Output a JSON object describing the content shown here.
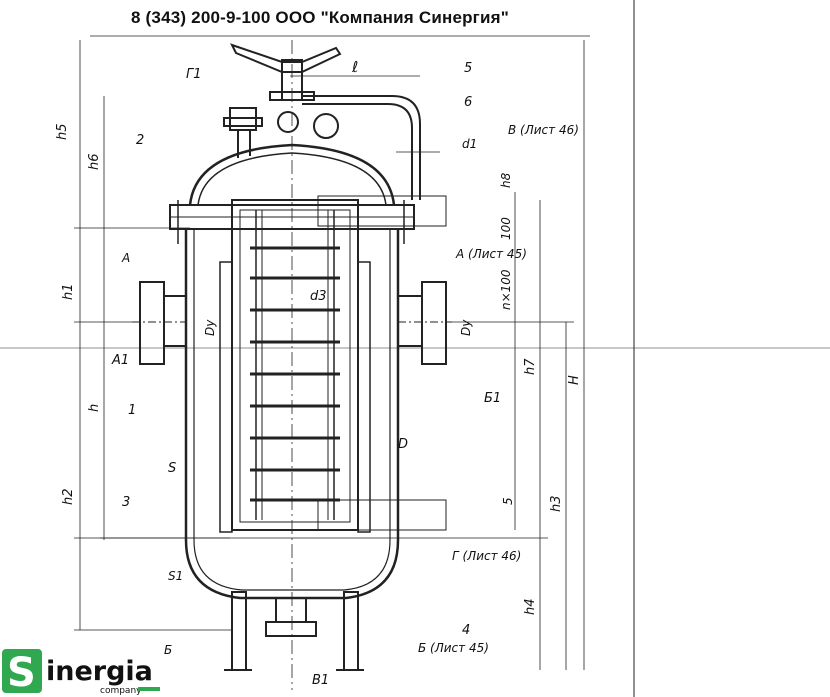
{
  "header": {
    "title": "8 (343) 200-9-100 ООО  \"Компания Синергия\""
  },
  "logo": {
    "initial": "S",
    "name": "inergia",
    "sub": "company",
    "colors": {
      "green": "#2fa84f",
      "dark": "#111111"
    }
  },
  "drawing": {
    "positions": [
      "1",
      "2",
      "3",
      "4",
      "5",
      "6"
    ],
    "dimensions": {
      "left": [
        "h5",
        "h6",
        "h1",
        "h",
        "h2"
      ],
      "right": [
        "h8",
        "100",
        "n×100",
        "h7",
        "5",
        "h3",
        "H",
        "h4"
      ],
      "top": [
        "ℓ",
        "d1"
      ],
      "inner": [
        "d3",
        "Dy",
        "Dy",
        "D",
        "S",
        "S1"
      ]
    },
    "nozzles": [
      "Г1",
      "А1",
      "Б1",
      "В1"
    ],
    "views": [
      "А",
      "Б",
      "В (Лист 46)",
      "А (Лист 45)",
      "Г (Лист 46)",
      "Б (Лист 45)"
    ]
  }
}
